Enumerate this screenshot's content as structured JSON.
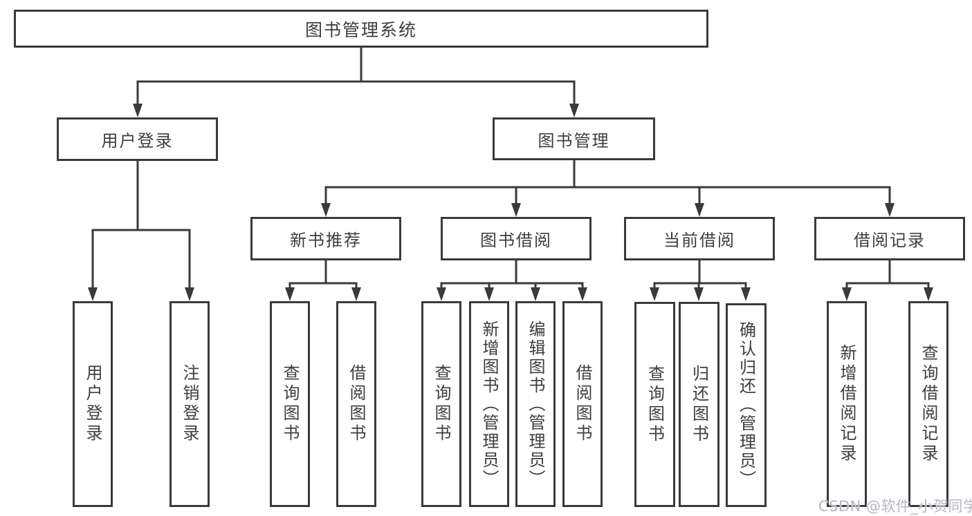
{
  "diagram": {
    "root": {
      "label": "图书管理系统"
    },
    "level2": [
      {
        "label": "用户登录"
      },
      {
        "label": "图书管理"
      }
    ],
    "level3": [
      {
        "label": "新书推荐"
      },
      {
        "label": "图书借阅"
      },
      {
        "label": "当前借阅"
      },
      {
        "label": "借阅记录"
      }
    ],
    "leaves": {
      "user_login": [
        "用户登录",
        "注销登录"
      ],
      "new_book_recommend": [
        "查询图书",
        "借阅图书"
      ],
      "book_borrow": [
        "查询图书",
        "新增图书（管理员）",
        "编辑图书（管理员）",
        "借阅图书"
      ],
      "current_borrow": [
        "查询图书",
        "归还图书",
        "确认归还（管理员）"
      ],
      "borrow_record": [
        "新增借阅记录",
        "查询借阅记录"
      ]
    }
  },
  "watermark": {
    "text": "CSDN @软件_小贺同学"
  },
  "colors": {
    "line": "#3a3a3c",
    "text": "#3d3d42",
    "background": "#ffffff",
    "watermark": "#b4b8bf"
  }
}
